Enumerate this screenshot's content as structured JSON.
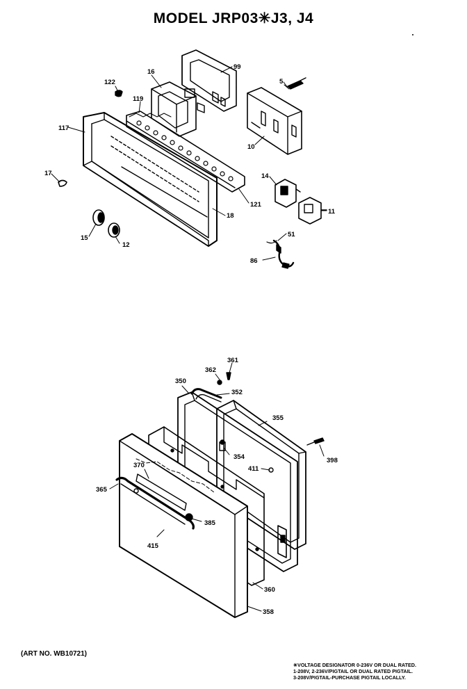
{
  "title": "MODEL JRP03✳J3, J4",
  "art_no": "(ART NO. WB10721)",
  "note_lines": [
    "✳VOLTAGE DESIGNATOR 0-236V OR DUAL RATED.",
    "1-208V, 2-236V/PIGTAIL OR DUAL RATED PIGTAIL.",
    "3-208V/PIGTAIL-PURCHASE PIGTAIL LOCALLY."
  ],
  "callouts": {
    "c99": "99",
    "c16": "16",
    "c122": "122",
    "c5": "5",
    "c119": "119",
    "c117": "117",
    "c10": "10",
    "c17": "17",
    "c14": "14",
    "c11": "11",
    "c121": "121",
    "c18": "18",
    "c15": "15",
    "c12": "12",
    "c51": "51",
    "c86": "86",
    "c361": "361",
    "c362": "362",
    "c350": "350",
    "c352": "352",
    "c355": "355",
    "c398": "398",
    "c354": "354",
    "c411": "411",
    "c370": "370",
    "c365": "365",
    "c385": "385",
    "c415": "415",
    "c360": "360",
    "c358": "358"
  }
}
